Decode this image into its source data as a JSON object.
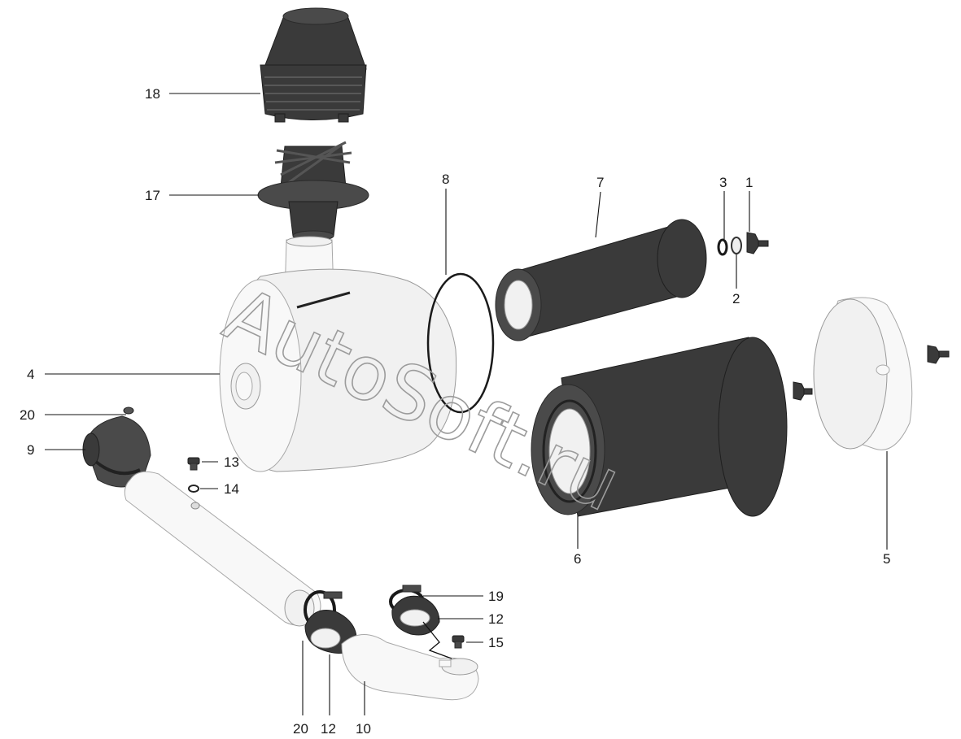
{
  "watermark": "AutoSoft.ru",
  "callouts": {
    "c1": "1",
    "c2": "2",
    "c3": "3",
    "c4": "4",
    "c5": "5",
    "c6": "6",
    "c7": "7",
    "c8": "8",
    "c9": "9",
    "c10": "10",
    "c12a": "12",
    "c12b": "12",
    "c13": "13",
    "c14": "14",
    "c15": "15",
    "c17": "17",
    "c18": "18",
    "c19": "19",
    "c20a": "20",
    "c20b": "20"
  }
}
